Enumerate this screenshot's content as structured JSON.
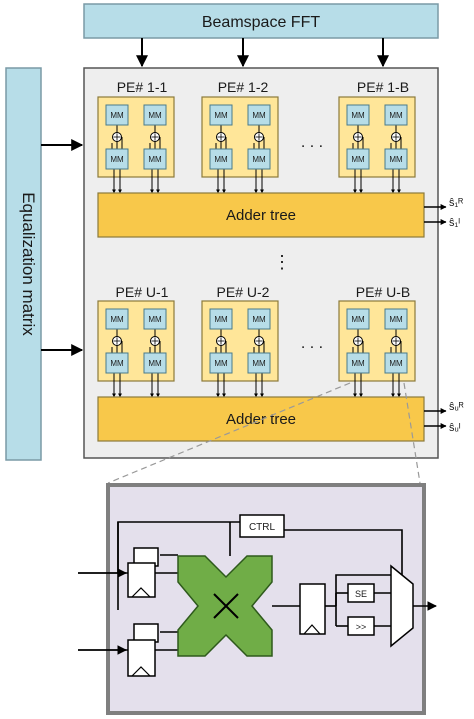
{
  "top_bar": {
    "label": "Beamspace FFT"
  },
  "side_bar": {
    "label": "Equalization matrix"
  },
  "row1": {
    "pe_labels": [
      "PE# 1-1",
      "PE# 1-2",
      "PE# 1-B"
    ],
    "adder_label": "Adder tree",
    "out_real": "ŝ₁ᴿ",
    "out_imag": "ŝ₁ᴵ"
  },
  "row2": {
    "pe_labels": [
      "PE# U-1",
      "PE# U-2",
      "PE# U-B"
    ],
    "adder_label": "Adder tree",
    "out_real": "ŝᵤᴿ",
    "out_imag": "ŝᵤᴵ"
  },
  "mm_label": "MM",
  "ellipsis_h": ". . .",
  "ellipsis_v": "⋮",
  "detail": {
    "ctrl_label": "CTRL",
    "se_label": "SE",
    "shift_label": ">>"
  },
  "colors": {
    "bar_fill": "#b7dde8",
    "panel_fill": "#eeeeee",
    "pe_fill": "#ffe699",
    "mm_fill": "#b7dde8",
    "adder_fill": "#f8c84a",
    "detail_fill": "#e4e0ec",
    "multiplier_fill": "#70ad47"
  }
}
